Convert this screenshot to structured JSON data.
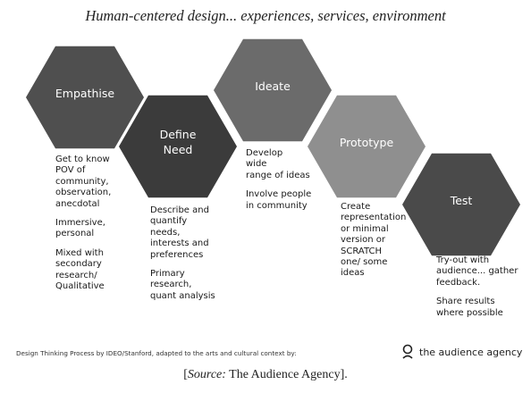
{
  "title": "Human-centered design... experiences, services, environment",
  "stages": [
    {
      "label": [
        "Empathise"
      ],
      "color": "#4f4f4f",
      "description": [
        [
          "Get to know",
          "POV of",
          "community,",
          "observation,",
          "anecdotal"
        ],
        [
          "Immersive,",
          "personal"
        ],
        [
          "Mixed with",
          "secondary",
          "research/",
          "Qualitative"
        ]
      ]
    },
    {
      "label": [
        "Define",
        "Need"
      ],
      "color": "#3b3b3b",
      "description": [
        [
          "Describe and",
          "quantify",
          "needs,",
          "interests and",
          "preferences"
        ],
        [
          "Primary",
          "research,",
          "quant analysis"
        ]
      ]
    },
    {
      "label": [
        "Ideate"
      ],
      "color": "#6b6b6b",
      "description": [
        [
          "Develop",
          "wide",
          "range of ideas"
        ],
        [
          "Involve people",
          "in community"
        ]
      ]
    },
    {
      "label": [
        "Prototype"
      ],
      "color": "#8f8f8f",
      "description": [
        [
          "Create",
          "representation",
          "or minimal",
          "version or",
          "SCRATCH",
          "one/ some",
          "ideas"
        ]
      ]
    },
    {
      "label": [
        "Test"
      ],
      "color": "#4a4a4a",
      "description": [
        [
          "Try-out with",
          "audience... gather",
          "feedback."
        ],
        [
          "Share results",
          "where possible"
        ]
      ]
    }
  ],
  "footer": {
    "text": "Design Thinking Process by IDEO/Stanford, adapted to the arts and cultural context by:",
    "logo_icon": "location-pin-icon",
    "logo_text": "the audience agency"
  },
  "source": {
    "italic": "Source:",
    "rest": " The Audience Agency]."
  }
}
